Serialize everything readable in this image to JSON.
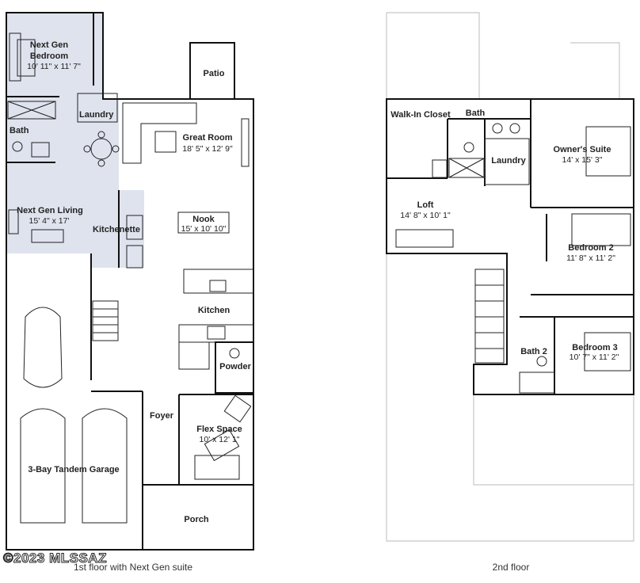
{
  "floors": [
    {
      "caption": "1st floor with Next Gen suite",
      "rooms": [
        {
          "name": "Next Gen\nBedroom",
          "dims": "10' 11\" x 11' 7\""
        },
        {
          "name": "Bath",
          "dims": ""
        },
        {
          "name": "Laundry",
          "dims": ""
        },
        {
          "name": "Great Room",
          "dims": "18' 5\" x 12' 9\""
        },
        {
          "name": "Patio",
          "dims": ""
        },
        {
          "name": "Next Gen Living",
          "dims": "15' 4\" x 17'"
        },
        {
          "name": "Kitchenette",
          "dims": ""
        },
        {
          "name": "Nook",
          "dims": "15' x 10' 10\""
        },
        {
          "name": "Kitchen",
          "dims": ""
        },
        {
          "name": "Powder",
          "dims": ""
        },
        {
          "name": "Foyer",
          "dims": ""
        },
        {
          "name": "Flex Space",
          "dims": "10' x 12' 1\""
        },
        {
          "name": "3-Bay Tandem Garage",
          "dims": ""
        },
        {
          "name": "Porch",
          "dims": ""
        }
      ]
    },
    {
      "caption": "2nd floor",
      "rooms": [
        {
          "name": "Walk-In Closet",
          "dims": ""
        },
        {
          "name": "Bath",
          "dims": ""
        },
        {
          "name": "Owner's Suite",
          "dims": "14' x 15' 3\""
        },
        {
          "name": "Laundry",
          "dims": ""
        },
        {
          "name": "Loft",
          "dims": "14' 8\" x 10' 1\""
        },
        {
          "name": "Bedroom 2",
          "dims": "11' 8\" x 11' 2\""
        },
        {
          "name": "Bath 2",
          "dims": ""
        },
        {
          "name": "Bedroom 3",
          "dims": "10' 7\" x 11' 2\""
        }
      ]
    }
  ],
  "watermark": "©2023 MLSSAZ",
  "colors": {
    "nextgen_fill": "#dfe3ee",
    "wall": "#111111",
    "ghost": "#c8c8c8"
  }
}
